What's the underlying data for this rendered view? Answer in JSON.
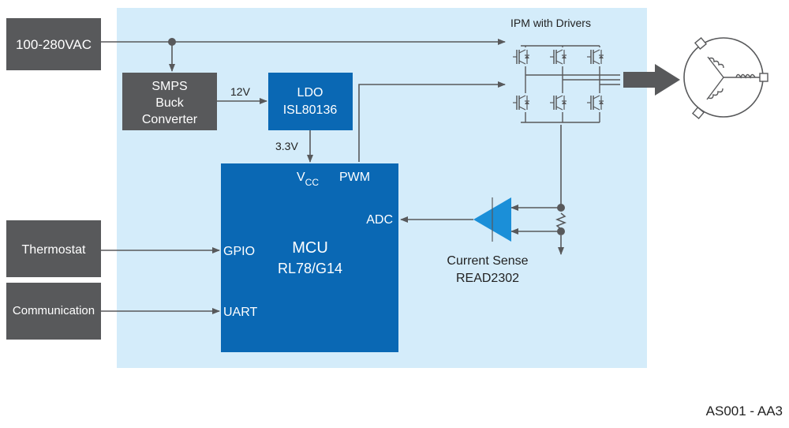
{
  "blocks": {
    "ac_input": "100-280VAC",
    "smps": [
      "SMPS",
      "Buck",
      "Converter"
    ],
    "ldo": [
      "LDO",
      "ISL80136"
    ],
    "mcu": [
      "MCU",
      "RL78/G14"
    ],
    "thermostat": "Thermostat",
    "communication": "Communication"
  },
  "pins": {
    "vcc_main": "V",
    "vcc_sub": "CC",
    "pwm": "PWM",
    "adc": "ADC",
    "gpio": "GPIO",
    "uart": "UART"
  },
  "signals": {
    "v12": "12V",
    "v33": "3.3V"
  },
  "ipm_label": "IPM with Drivers",
  "current_sense": [
    "Current Sense",
    "READ2302"
  ],
  "figure_id": "AS001 - AA3",
  "colors": {
    "board": "#d4ecfa",
    "dark_block": "#58595b",
    "mcu_blue": "#0a68b4",
    "sense_blue": "#1b8fd8",
    "wire": "#58595b"
  }
}
